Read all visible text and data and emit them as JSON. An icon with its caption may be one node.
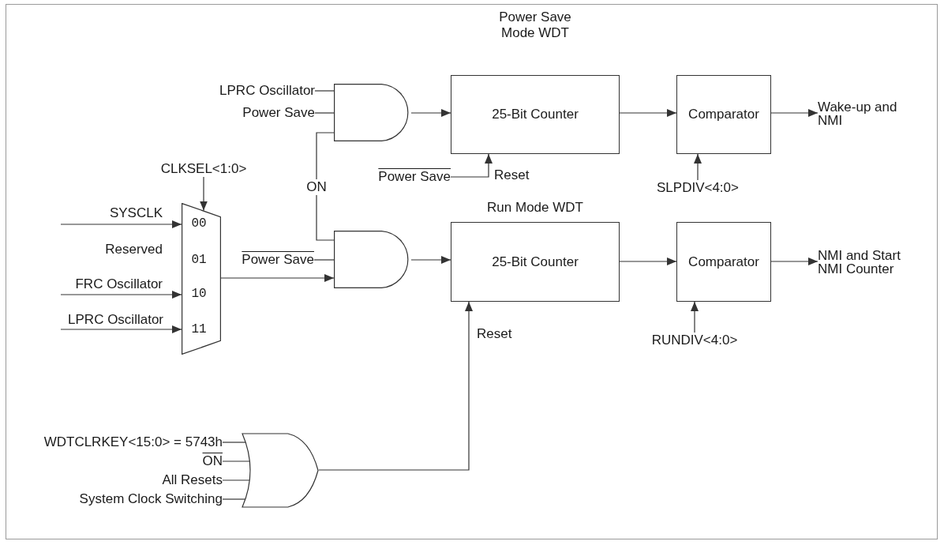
{
  "diagram": {
    "nodes": [
      {
        "text": [
          "LPRC Oscillator"
        ]
      },
      {
        "text": [
          "Power Save"
        ]
      },
      {
        "text": [],
        "shape": "and-gate"
      },
      {
        "text": [
          "Power Save Mode WDT",
          "25-Bit Counter"
        ]
      },
      {
        "text": [
          "Comparator"
        ]
      },
      {
        "text": [
          "Wake-up and NMI"
        ]
      },
      {
        "text": [
          "Power Save"
        ]
      },
      {
        "text": [
          "SLPDIV<4:0>"
        ]
      },
      {
        "text": [
          "CLKSEL<1:0>"
        ]
      },
      {
        "text": [
          "00",
          "01",
          "10",
          "11"
        ]
      },
      {
        "text": [
          "Power Save"
        ]
      },
      {
        "text": [],
        "shape": "and-gate"
      },
      {
        "text": [
          "Run Mode WDT",
          "25-Bit Counter"
        ]
      },
      {
        "text": [
          "Comparator"
        ]
      },
      {
        "text": [
          "NMI and Start NMI Counter"
        ]
      },
      {
        "text": [
          "RUNDIV<4:0>"
        ]
      },
      {
        "text": [
          "WDTCLRKEY<15:0> = 5743h"
        ]
      },
      {
        "text": [
          "ON"
        ]
      },
      {
        "text": [
          "All Resets"
        ]
      },
      {
        "text": [
          "System Clock Switching"
        ]
      },
      {
        "text": [],
        "shape": "or-gate"
      }
    ],
    "edges": [
      {
        "from": 0,
        "to": 2,
        "arrow": "none"
      },
      {
        "from": 1,
        "to": 2,
        "arrow": "none"
      },
      {
        "from": 2,
        "to": 3,
        "arrow": "to"
      },
      {
        "from": 3,
        "to": 4,
        "arrow": "to"
      },
      {
        "from": 4,
        "to": 5,
        "arrow": "to"
      },
      {
        "from": 6,
        "to": 3,
        "arrow": "to",
        "label": "Reset"
      },
      {
        "from": 7,
        "to": 4,
        "arrow": "to"
      },
      {
        "from": 8,
        "to": 9,
        "arrow": "to"
      },
      {
        "from": null,
        "to": 9,
        "arrow": "to",
        "label": "SYSCLK"
      },
      {
        "from": null,
        "to": 9,
        "arrow": "to",
        "label": "FRC Oscillator"
      },
      {
        "from": null,
        "to": 9,
        "arrow": "to",
        "label": "LPRC Oscillator"
      },
      {
        "from": 2,
        "to": 11,
        "arrow": "none",
        "label": "ON"
      },
      {
        "from": 10,
        "to": 11,
        "arrow": "none"
      },
      {
        "from": 9,
        "to": 11,
        "arrow": "to"
      },
      {
        "from": 11,
        "to": 12,
        "arrow": "to"
      },
      {
        "from": 12,
        "to": 13,
        "arrow": "to"
      },
      {
        "from": 13,
        "to": 14,
        "arrow": "to"
      },
      {
        "from": 15,
        "to": 13,
        "arrow": "to"
      },
      {
        "from": 16,
        "to": 20,
        "arrow": "none"
      },
      {
        "from": 17,
        "to": 20,
        "arrow": "none"
      },
      {
        "from": 18,
        "to": 20,
        "arrow": "none"
      },
      {
        "from": 19,
        "to": 20,
        "arrow": "none"
      },
      {
        "from": 20,
        "to": 12,
        "arrow": "to",
        "label": "Reset"
      }
    ],
    "labels": [
      "Reserved"
    ]
  }
}
